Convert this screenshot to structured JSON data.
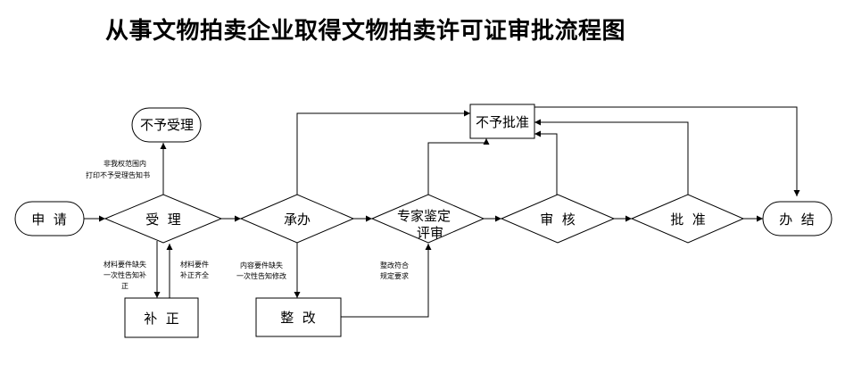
{
  "title": "从事文物拍卖企业取得文物拍卖许可证审批流程图",
  "nodes": {
    "apply": "申  请",
    "accept": "受  理",
    "not_accepted": "不予受理",
    "supplement": "补  正",
    "undertake": "承办",
    "rectify": "整  改",
    "expert_review_line1": "专家鉴定",
    "expert_review_line2": "评审",
    "examine": "审  核",
    "approve": "批  准",
    "not_approved": "不予批准",
    "complete": "办  结"
  },
  "notes": {
    "out_of_scope_line1": "非我权范围内",
    "out_of_scope_line2": "打印不予受理告知书",
    "materials_incomplete_line1": "材料要件缺失",
    "materials_incomplete_line2": "一次性告知补",
    "materials_incomplete_line3": "正",
    "materials_complete_line1": "材料要件",
    "materials_complete_line2": "补正齐全",
    "content_missing_line1": "内容要件缺失",
    "content_missing_line2": "一次性告知修改",
    "rectified_line1": "整改符合",
    "rectified_line2": "规定要求"
  }
}
